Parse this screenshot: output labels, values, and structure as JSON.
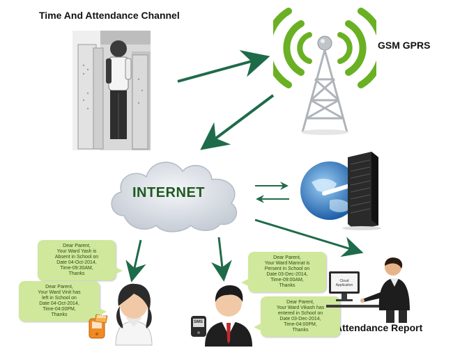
{
  "labels": {
    "time_attendance": "Time And Attendance Channel",
    "gsm": "GSM GPRS",
    "internet": "INTERNET",
    "attendance_report": "Attendance Report"
  },
  "messages": [
    "Dear Parent,\nYour Ward Yash is\nAbsent in School on\nDate 04-Oct-2014,\nTime-09:30AM,\nThanks",
    "Dear Parent,\nYour Ward Vinit has\nleft in School on\nDate 04-Oct-2014,\nTime-04:00PM,\nThanks",
    "Dear Parent,\nYour Ward Mannat is\nPersent in School on\nDate 03-Dec-2014,\nTime-09:00AM,\nThanks",
    "Dear Parent,\nYour Ward Vikash has\nentered in School on\nDate 03-Dec-2014,\nTime-04:00PM,\nThanks"
  ],
  "sms_badge": "SMS",
  "screen_text": "Cloud Application",
  "colors": {
    "arrow": "#1e6b4a",
    "wave": "#6ab023",
    "cloud": "#d8dde6",
    "bubble": "#cfe89c"
  }
}
